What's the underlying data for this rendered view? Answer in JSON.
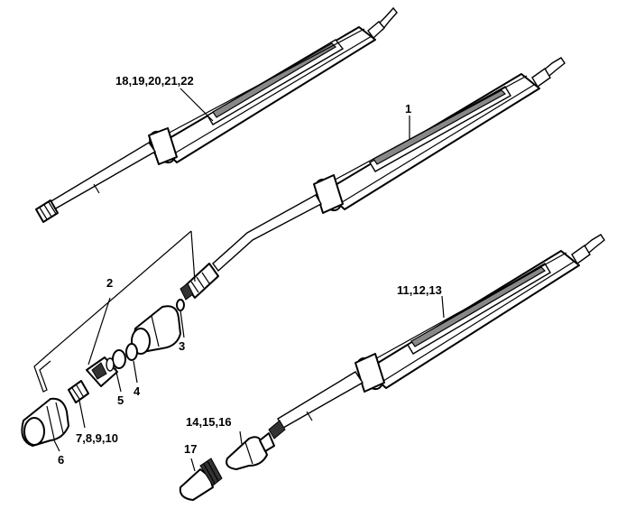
{
  "labels": {
    "wand_top": "18,19,20,21,22",
    "wand_middle": "1",
    "nozzle_kit": "2",
    "o_ring_small": "3",
    "o_ring_medium": "4",
    "o_ring_large": "5",
    "nozzle_cap": "6",
    "nozzle_insert": "7,8,9,10",
    "wand_bottom": "11,12,13",
    "adjustable_nozzle": "14,15,16",
    "nozzle_tip": "17"
  }
}
